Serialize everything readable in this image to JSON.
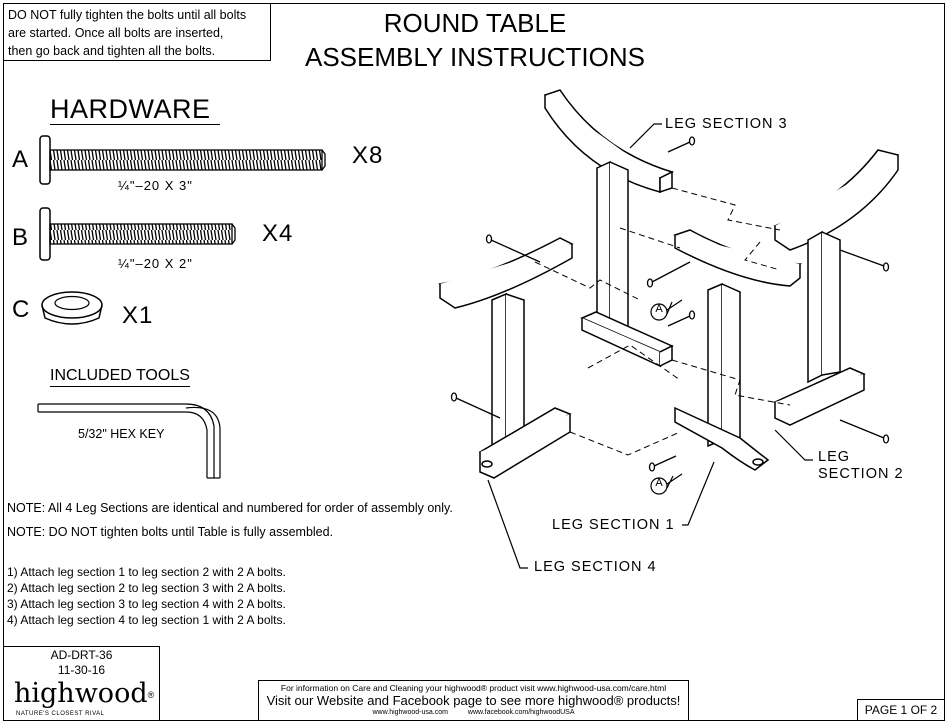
{
  "warning": {
    "line1": "DO NOT fully tighten the bolts until all bolts",
    "line2": "are started.  Once all bolts are inserted,",
    "line3": "then go back and tighten all the bolts."
  },
  "title": {
    "line1": "ROUND TABLE",
    "line2": "ASSEMBLY INSTRUCTIONS"
  },
  "hardware": {
    "heading": "HARDWARE",
    "items": [
      {
        "letter": "A",
        "qty": "X8",
        "spec_frac": "¼",
        "spec_rest": "\"–20  X  3\""
      },
      {
        "letter": "B",
        "qty": "X4",
        "spec_frac": "¼",
        "spec_rest": "\"–20  X  2\""
      },
      {
        "letter": "C",
        "qty": "X1"
      }
    ]
  },
  "tools": {
    "heading": "INCLUDED TOOLS",
    "hex_key": "5/32\" HEX KEY"
  },
  "notes": [
    "NOTE: All 4 Leg Sections are identical and numbered for order of assembly only.",
    "NOTE: DO NOT tighten bolts until Table is fully assembled."
  ],
  "steps": [
    "1) Attach leg section 1 to leg section 2 with 2 A bolts.",
    "2) Attach leg section 2 to leg section 3 with 2 A bolts.",
    "3) Attach leg section 3 to leg section 4 with 2 A bolts.",
    "4) Attach leg section 4 to leg section 1 with 2 A bolts."
  ],
  "diagram": {
    "leg3": "LEG SECTION 3",
    "leg2_line1": "LEG",
    "leg2_line2": "SECTION 2",
    "leg1": "LEG SECTION 1",
    "leg4": "LEG SECTION 4",
    "callout": "A"
  },
  "footer": {
    "code": "AD-DRT-36",
    "date": "11-30-16",
    "brand": "highwood",
    "brand_mark": "®",
    "tagline": "NATURE'S CLOSEST RIVAL",
    "info_line1": "For information on Care and Cleaning your highwood® product visit www.highwood-usa.com/care.html",
    "info_line2": "Visit our Website and Facebook page to see more highwood® products!",
    "info_web": "www.highwood-usa.com",
    "info_fb": "www.facebook.com/highwoodUSA",
    "page": "PAGE 1 OF 2"
  }
}
